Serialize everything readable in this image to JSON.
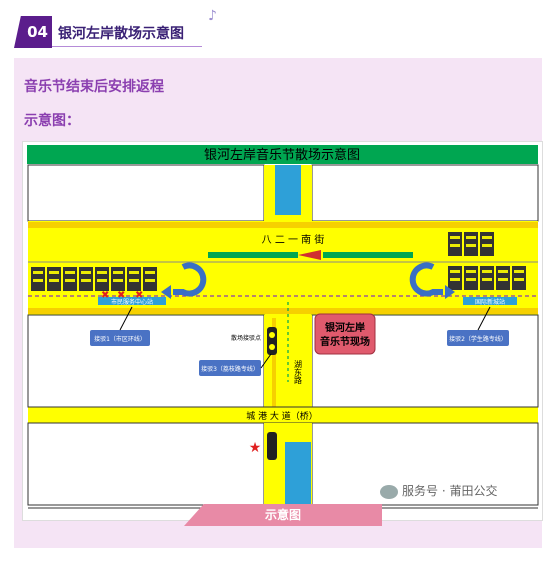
{
  "header": {
    "number": "04",
    "title": "银河左岸散场示意图",
    "icon": "music-note-icon"
  },
  "subtitle": "音乐节结束后安排返程",
  "section_label": "示意图：",
  "map": {
    "title": "银河左岸音乐节散场示意图",
    "streets": {
      "top": "八 二 一 南 街",
      "bottom": "城 港 大 道（桥）",
      "vertical": "湖东路"
    },
    "venue": "银河左岸\n音乐节现场",
    "routes": [
      {
        "label": "接驳1（市区环线）"
      },
      {
        "label": "接驳2（学生路专线）"
      },
      {
        "label": "接驳3（荔枝路专线）"
      }
    ],
    "stops": {
      "left": "市民服务中心站",
      "right": "国际新城站",
      "center": "散场接驳点"
    },
    "colors": {
      "road": "#ffff00",
      "median": "#2ea0d8",
      "sidewalk": "#f6d000",
      "title_bar": "#00a651",
      "venue": "#e05a6d",
      "route_box": "#4a72c4"
    }
  },
  "caption": "示意图",
  "watermark": "服务号 · 莆田公交"
}
